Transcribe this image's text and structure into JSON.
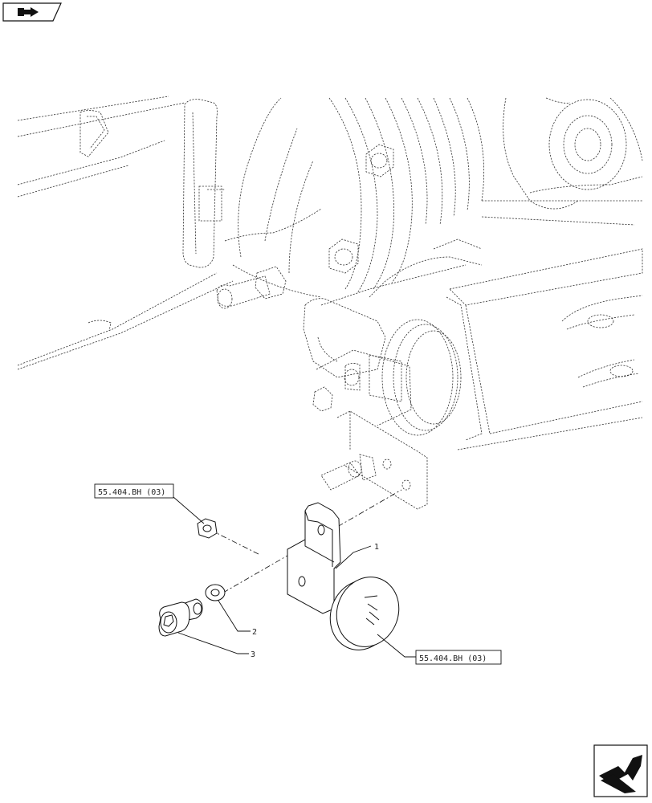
{
  "callouts": [
    {
      "id": "1",
      "label": "1"
    },
    {
      "id": "2",
      "label": "2"
    },
    {
      "id": "3",
      "label": "3"
    }
  ],
  "references": [
    {
      "id": "ref-nut",
      "label": "55.404.BH (03)"
    },
    {
      "id": "ref-cap",
      "label": "55.404.BH (03)"
    }
  ],
  "icons": {
    "top_left": "previous-page-icon",
    "bottom_right": "next-page-icon"
  },
  "colors": {
    "line": "#111111",
    "background": "#ffffff"
  }
}
